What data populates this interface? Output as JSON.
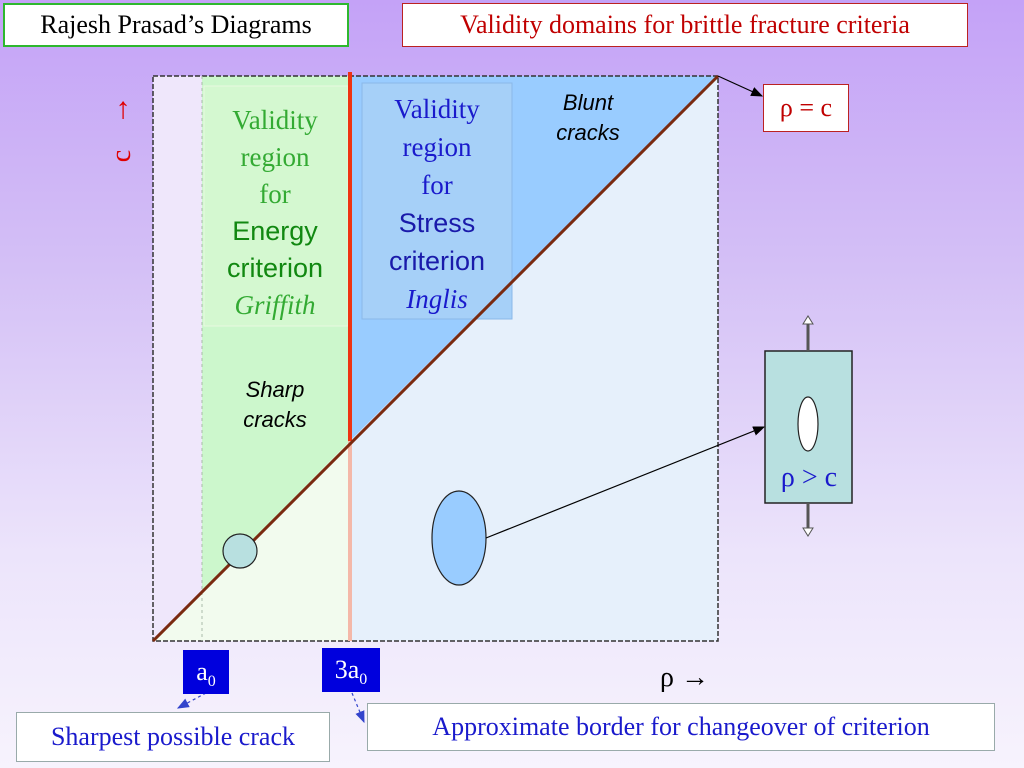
{
  "titles": {
    "author_box": "Rajesh Prasad’s Diagrams",
    "main_title": "Validity domains for brittle fracture criteria"
  },
  "labels": {
    "rho_equals_c": "ρ = c",
    "c_arrow": "↑",
    "c_axis": "c",
    "rho_axis": "ρ →",
    "blunt_cracks": [
      "Blunt",
      "cracks"
    ],
    "sharp_cracks": [
      "Sharp",
      "cracks"
    ],
    "rho_greater_c": "ρ > c"
  },
  "energy_region": {
    "line1": "Validity",
    "line2": "region",
    "line3": "for",
    "line4": "Energy",
    "line5": "criterion",
    "line6": "Griffith"
  },
  "stress_region": {
    "line1": "Validity",
    "line2": "region",
    "line3": "for",
    "line4": "Stress",
    "line5": "criterion",
    "line6": "Inglis"
  },
  "ticks": {
    "a0_base": "a",
    "a0_sub": "0",
    "three_a0_base": "3a",
    "three_a0_sub": "0"
  },
  "bottom_boxes": {
    "sharpest": "Sharpest possible crack",
    "border": "Approximate border for changeover of criterion"
  },
  "colors": {
    "energy_region": "#ccf7cc",
    "stress_region": "#99ccff",
    "blunt_region_lower": "#e6f0fb",
    "diagonal": "#7a2a10",
    "border_line": "#ee3311",
    "tick_box": "#0000dd",
    "specimen_fill": "#b8e0e0"
  }
}
